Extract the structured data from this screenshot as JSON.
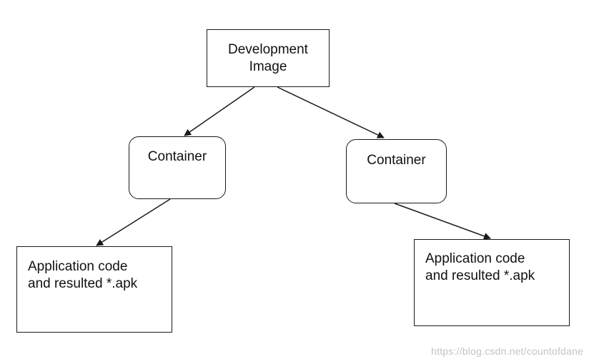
{
  "nodes": {
    "development_image": {
      "label": "Development\nImage"
    },
    "container_left": {
      "label": "Container"
    },
    "container_right": {
      "label": "Container"
    },
    "app_left": {
      "label": "Application code\nand resulted *.apk"
    },
    "app_right": {
      "label": "Application code\nand resulted *.apk"
    }
  },
  "edges": [
    {
      "from": "development_image",
      "to": "container_left"
    },
    {
      "from": "development_image",
      "to": "container_right"
    },
    {
      "from": "container_left",
      "to": "app_left"
    },
    {
      "from": "container_right",
      "to": "app_right"
    }
  ],
  "watermark": "https://blog.csdn.net/countofdane",
  "colors": {
    "stroke": "#1a1a1a",
    "watermark": "#c4c4c4",
    "background": "#ffffff"
  }
}
